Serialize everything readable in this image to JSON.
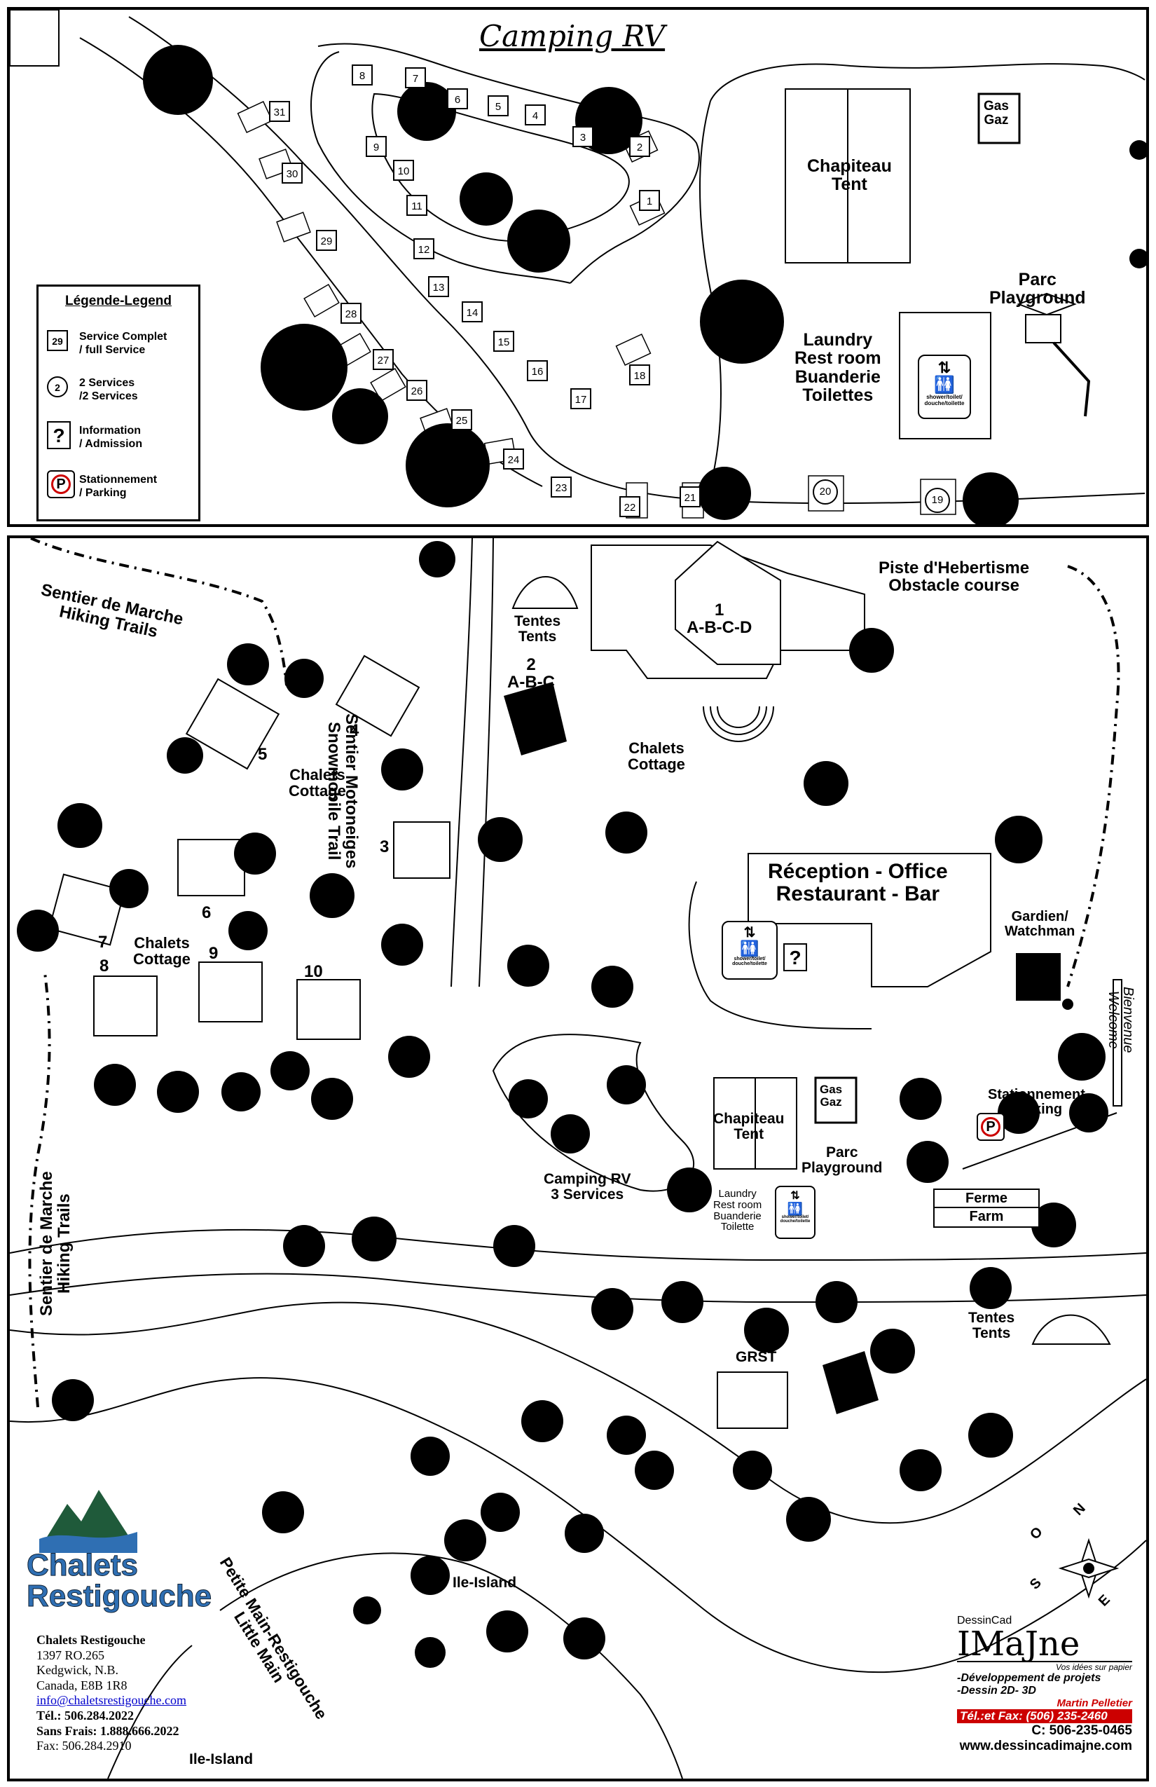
{
  "top": {
    "title": "Camping RV",
    "legend": {
      "title": "Légende-Legend",
      "items": [
        {
          "symbol": "29",
          "line1": "Service Complet",
          "line2": "/ full Service"
        },
        {
          "symbol": "2",
          "line1": "2 Services",
          "line2": "/2 Services"
        },
        {
          "symbol": "?",
          "line1": "Information",
          "line2": "/ Admission"
        },
        {
          "symbol": "P",
          "line1": "Stationnement",
          "line2": "/ Parking"
        }
      ]
    },
    "sites": [
      "1",
      "2",
      "3",
      "4",
      "5",
      "6",
      "7",
      "8",
      "9",
      "10",
      "11",
      "12",
      "13",
      "14",
      "15",
      "16",
      "17",
      "18",
      "19",
      "20",
      "21",
      "22",
      "23",
      "24",
      "25",
      "26",
      "27",
      "28",
      "29",
      "30",
      "31"
    ],
    "labels": {
      "tent_fr": "Chapiteau",
      "tent_en": "Tent",
      "gas_fr": "Gas",
      "gas_en": "Gaz",
      "park_fr": "Parc",
      "park_en": "Playground",
      "laundry": "Laundry",
      "restroom": "Rest room",
      "buanderie": "Buanderie",
      "toilettes": "Toilettes",
      "wc_text": "shower/toilet/ douche/toilette"
    }
  },
  "bottom": {
    "labels": {
      "hiking_top_fr": "Sentier de Marche",
      "hiking_top_en": "Hiking Trails",
      "snow_fr": "Sentier Motoneiges",
      "snow_en": "Snowmobile Trail",
      "tentes": "Tentes",
      "tents": "Tents",
      "lodge_num": "1",
      "lodge_code": "A-B-C-D",
      "hut_num": "2",
      "hut_code": "A-B-C",
      "heb_fr": "Piste d'Hebertisme",
      "heb_en": "Obstacle course",
      "chalets": "Chalets",
      "cottage": "Cottage",
      "reception": "Réception - Office",
      "restaurant": "Restaurant - Bar",
      "gardien": "Gardien/",
      "watchman": "Watchman",
      "bienvenue": "Bienvenue",
      "welcome": "Welcome",
      "stationnement": "Stationnement",
      "parking": "Parking",
      "chapiteau": "Chapiteau",
      "tent": "Tent",
      "gas": "Gas",
      "gaz": "Gaz",
      "parc": "Parc",
      "playground": "Playground",
      "camping_rv": "Camping RV",
      "three_services": "3 Services",
      "laundry": "Laundry",
      "restroom": "Rest room",
      "buanderie": "Buanderie",
      "toilette": "Toilette",
      "ferme": "Ferme",
      "farm": "Farm",
      "tentes2": "Tentes",
      "tents2": "Tents",
      "grst": "GRST",
      "hiking_side_fr": "Sentier de Marche",
      "hiking_side_en": "Hiking Trails",
      "ile": "Ile-Island",
      "river_fr": "Petite Main-Restigouche",
      "river_en": "Little Main",
      "ile2": "Ile-Island",
      "wc_text": "shower/toilet/ douche/toilette"
    },
    "chalet_numbers": [
      "3",
      "4",
      "5",
      "6",
      "7",
      "8",
      "9",
      "10"
    ],
    "compass": {
      "n": "N",
      "e": "E",
      "s": "S",
      "o": "O"
    }
  },
  "footer": {
    "brand_line1": "Chalets",
    "brand_line2": "Restigouche",
    "contact": [
      "Chalets Restigouche",
      "1397 RO.265",
      "Kedgwick, N.B.",
      "Canada, E8B 1R8",
      "info@chaletsrestigouche.com",
      "Tél.: 506.284.2022",
      "Sans Frais: 1.888.666.2022",
      "Fax: 506.284.2910"
    ],
    "designer": {
      "small": "DessinCad",
      "big": "IMaJne",
      "tagline": "Vos idées sur papier",
      "line1": "-Développement de projets",
      "line2": "-Dessin 2D- 3D",
      "name": "Martin Pelletier",
      "telfax": "Tél.:et Fax: (506) 235-2460",
      "cell": "C: 506-235-0465",
      "web": "www.dessincadimajne.com"
    }
  }
}
